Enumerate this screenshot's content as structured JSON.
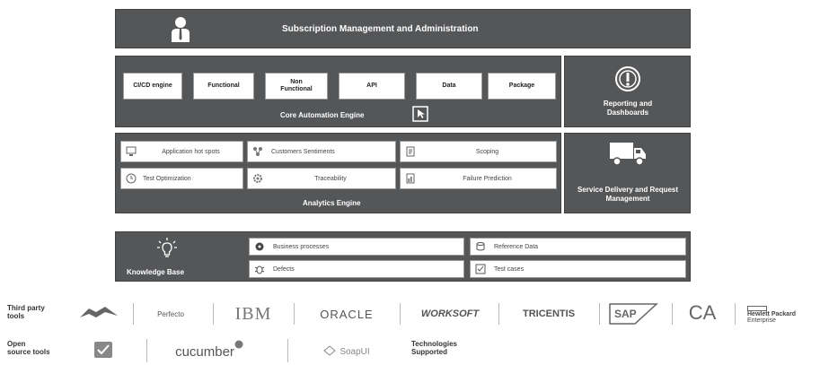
{
  "subscription": {
    "title": "Subscription Management and Administration",
    "icon": "user-icon"
  },
  "core": {
    "title": "Core Automation Engine",
    "buttons": [
      "CI/CD engine",
      "Functional",
      "Non Functional",
      "API",
      "Data",
      "Package"
    ]
  },
  "reporting": {
    "title": "Reporting and Dashboards",
    "icon": "gauge-icon"
  },
  "analytics": {
    "title": "Analytics Engine",
    "items": [
      {
        "label": "Application hot spots",
        "icon": "monitor-icon"
      },
      {
        "label": "Customers Sentiments",
        "icon": "network-icon"
      },
      {
        "label": "Scoping",
        "icon": "document-icon"
      },
      {
        "label": "Test Optimization",
        "icon": "clock-icon"
      },
      {
        "label": "Traceability",
        "icon": "gear-icon"
      },
      {
        "label": "Failure Prediction",
        "icon": "chart-document-icon"
      }
    ]
  },
  "service": {
    "title": "Service Delivery and Request Management",
    "icon": "truck-icon"
  },
  "knowledge": {
    "title": "Knowledge Base",
    "icon": "lightbulb-icon",
    "items": [
      {
        "label": "Business processes",
        "icon": "process-icon"
      },
      {
        "label": "Reference Data",
        "icon": "database-icon"
      },
      {
        "label": "Defects",
        "icon": "bug-icon"
      },
      {
        "label": "Test cases",
        "icon": "testcase-icon"
      }
    ]
  },
  "third_party": {
    "label_line1": "Third party",
    "label_line2": "tools",
    "tools": [
      "Perfecto",
      "IBM",
      "ORACLE",
      "WORKSOFT",
      "TRICENTIS",
      "SAP",
      "CA",
      "Hewlett Packard",
      "Enterprise"
    ]
  },
  "open_source": {
    "label_line1": "Open",
    "label_line2": "source tools",
    "tools": [
      "cucumber",
      "SoapUI"
    ],
    "tech_line1": "Technologies",
    "tech_line2": "Supported"
  }
}
